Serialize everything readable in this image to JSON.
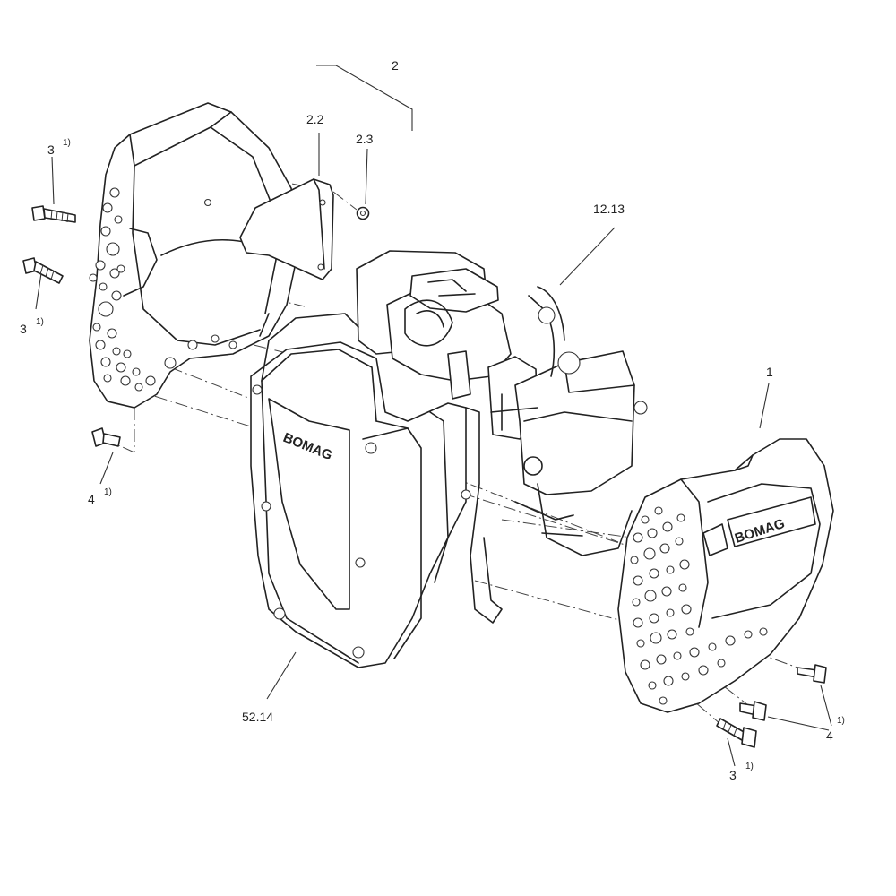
{
  "callouts": {
    "part_2": "2",
    "part_2_2": "2.2",
    "part_2_3": "2.3",
    "part_12_13": "12.13",
    "part_1": "1",
    "part_52_14": "52.14",
    "screw_3_top_left": "3",
    "screw_3_mid_left": "3",
    "screw_4_left": "4",
    "screw_4_right": "4",
    "screw_3_right": "3"
  },
  "footnotes": {
    "fn_3_top_left": "1)",
    "fn_3_mid_left": "1)",
    "fn_4_left": "1)",
    "fn_4_right": "1)",
    "fn_3_right": "1)"
  },
  "logos": {
    "front_panel": "BOMAG",
    "right_cover": "BOMAG"
  }
}
